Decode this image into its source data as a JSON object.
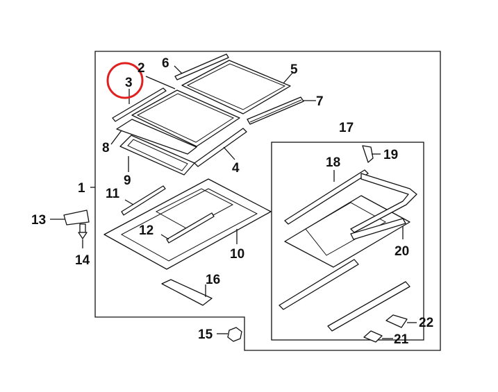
{
  "parts": [
    {
      "id": "p1",
      "label": "1"
    },
    {
      "id": "p2",
      "label": "2"
    },
    {
      "id": "p3",
      "label": "3"
    },
    {
      "id": "p4",
      "label": "4"
    },
    {
      "id": "p5",
      "label": "5"
    },
    {
      "id": "p6",
      "label": "6"
    },
    {
      "id": "p7",
      "label": "7"
    },
    {
      "id": "p8",
      "label": "8"
    },
    {
      "id": "p9",
      "label": "9"
    },
    {
      "id": "p10",
      "label": "10"
    },
    {
      "id": "p11",
      "label": "11"
    },
    {
      "id": "p12",
      "label": "12"
    },
    {
      "id": "p13",
      "label": "13"
    },
    {
      "id": "p14",
      "label": "14"
    },
    {
      "id": "p15",
      "label": "15"
    },
    {
      "id": "p16",
      "label": "16"
    },
    {
      "id": "p17",
      "label": "17"
    },
    {
      "id": "p18",
      "label": "18"
    },
    {
      "id": "p19",
      "label": "19"
    },
    {
      "id": "p20",
      "label": "20"
    },
    {
      "id": "p21",
      "label": "21"
    },
    {
      "id": "p22",
      "label": "22"
    }
  ],
  "highlight": {
    "part": "3",
    "color": "#e02020"
  },
  "colors": {
    "ink": "#111111",
    "background": "#ffffff"
  }
}
